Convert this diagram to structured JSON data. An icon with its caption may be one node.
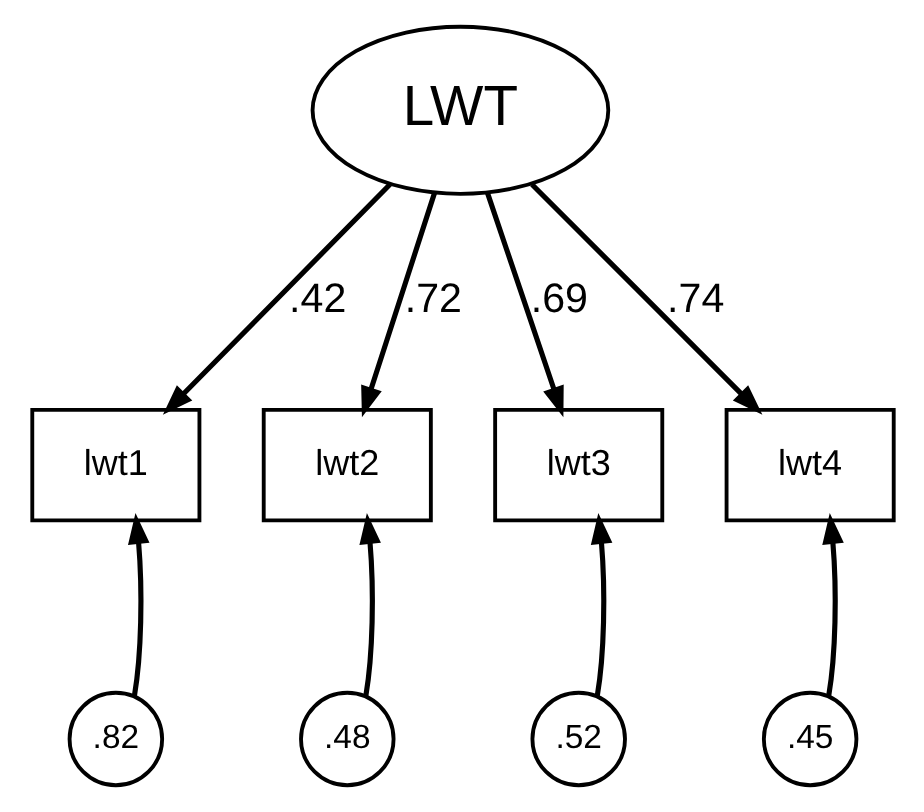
{
  "diagram": {
    "nodes": [
      {
        "text": [
          "LWT"
        ]
      },
      {
        "text": [
          "lwt1"
        ]
      },
      {
        "text": [
          "lwt2"
        ]
      },
      {
        "text": [
          "lwt3"
        ]
      },
      {
        "text": [
          "lwt4"
        ]
      },
      {
        "text": [
          ".82"
        ]
      },
      {
        "text": [
          ".48"
        ]
      },
      {
        "text": [
          ".52"
        ]
      },
      {
        "text": [
          ".45"
        ]
      }
    ],
    "edges": [
      {
        "from": 0,
        "to": 1,
        "arrow": "to",
        "label": ".42"
      },
      {
        "from": 0,
        "to": 2,
        "arrow": "to",
        "label": ".72"
      },
      {
        "from": 0,
        "to": 3,
        "arrow": "to",
        "label": ".69"
      },
      {
        "from": 0,
        "to": 4,
        "arrow": "to",
        "label": ".74"
      },
      {
        "from": 5,
        "to": 1,
        "arrow": "to"
      },
      {
        "from": 6,
        "to": 2,
        "arrow": "to"
      },
      {
        "from": 7,
        "to": 3,
        "arrow": "to"
      },
      {
        "from": 8,
        "to": 4,
        "arrow": "to"
      }
    ]
  }
}
